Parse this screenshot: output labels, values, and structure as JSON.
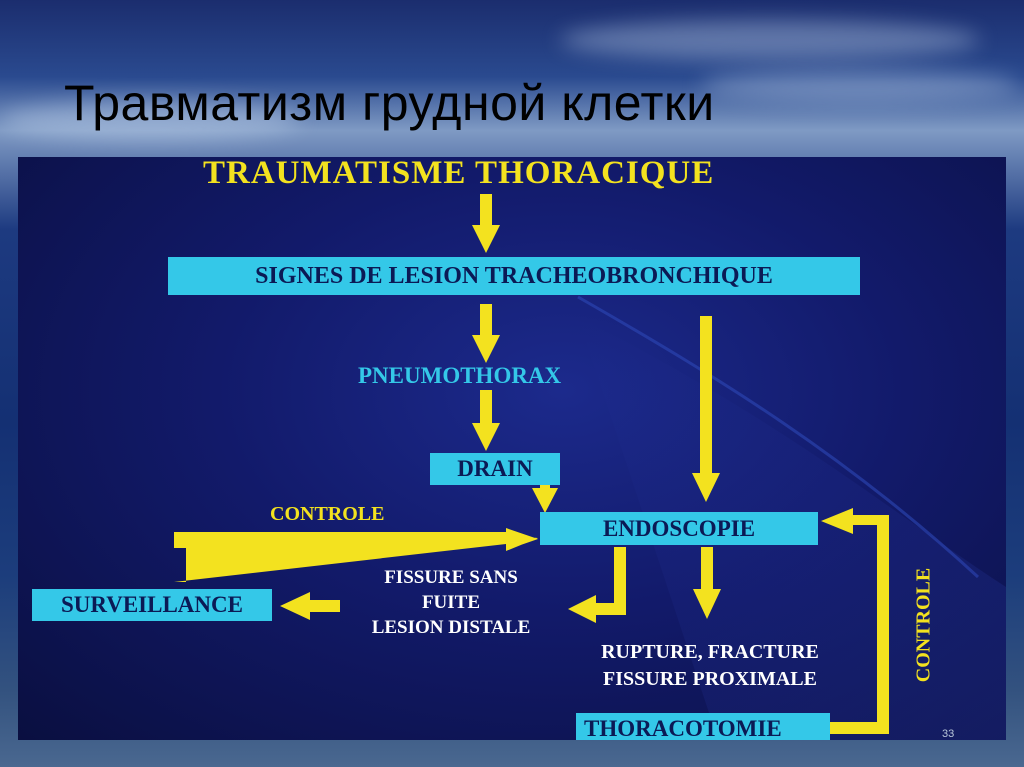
{
  "slide": {
    "title": "Травматизм грудной клетки",
    "page_number": "33"
  },
  "diagram": {
    "title": "TRAUMATISME THORACIQUE",
    "nodes": {
      "signes": "SIGNES DE LESION TRACHEOBRONCHIQUE",
      "pneumothorax": "PNEUMOTHORAX",
      "drain": "DRAIN",
      "endoscopie": "ENDOSCOPIE",
      "surveillance": "SURVEILLANCE",
      "fissure_sans": "FISSURE SANS",
      "fuite": "FUITE",
      "lesion_distale": "LESION DISTALE",
      "rupture": "RUPTURE, FRACTURE",
      "fissure_proximale": "FISSURE PROXIMALE",
      "thoracotomie": "THORACOTOMIE"
    },
    "edge_labels": {
      "controle_left": "CONTROLE",
      "controle_right": "CONTROLE"
    },
    "colors": {
      "arrow": "#f3e21f",
      "box": "#34c8e8",
      "box_text": "#0b1a55",
      "label": "#f3e21f",
      "note": "#ffffff"
    }
  }
}
